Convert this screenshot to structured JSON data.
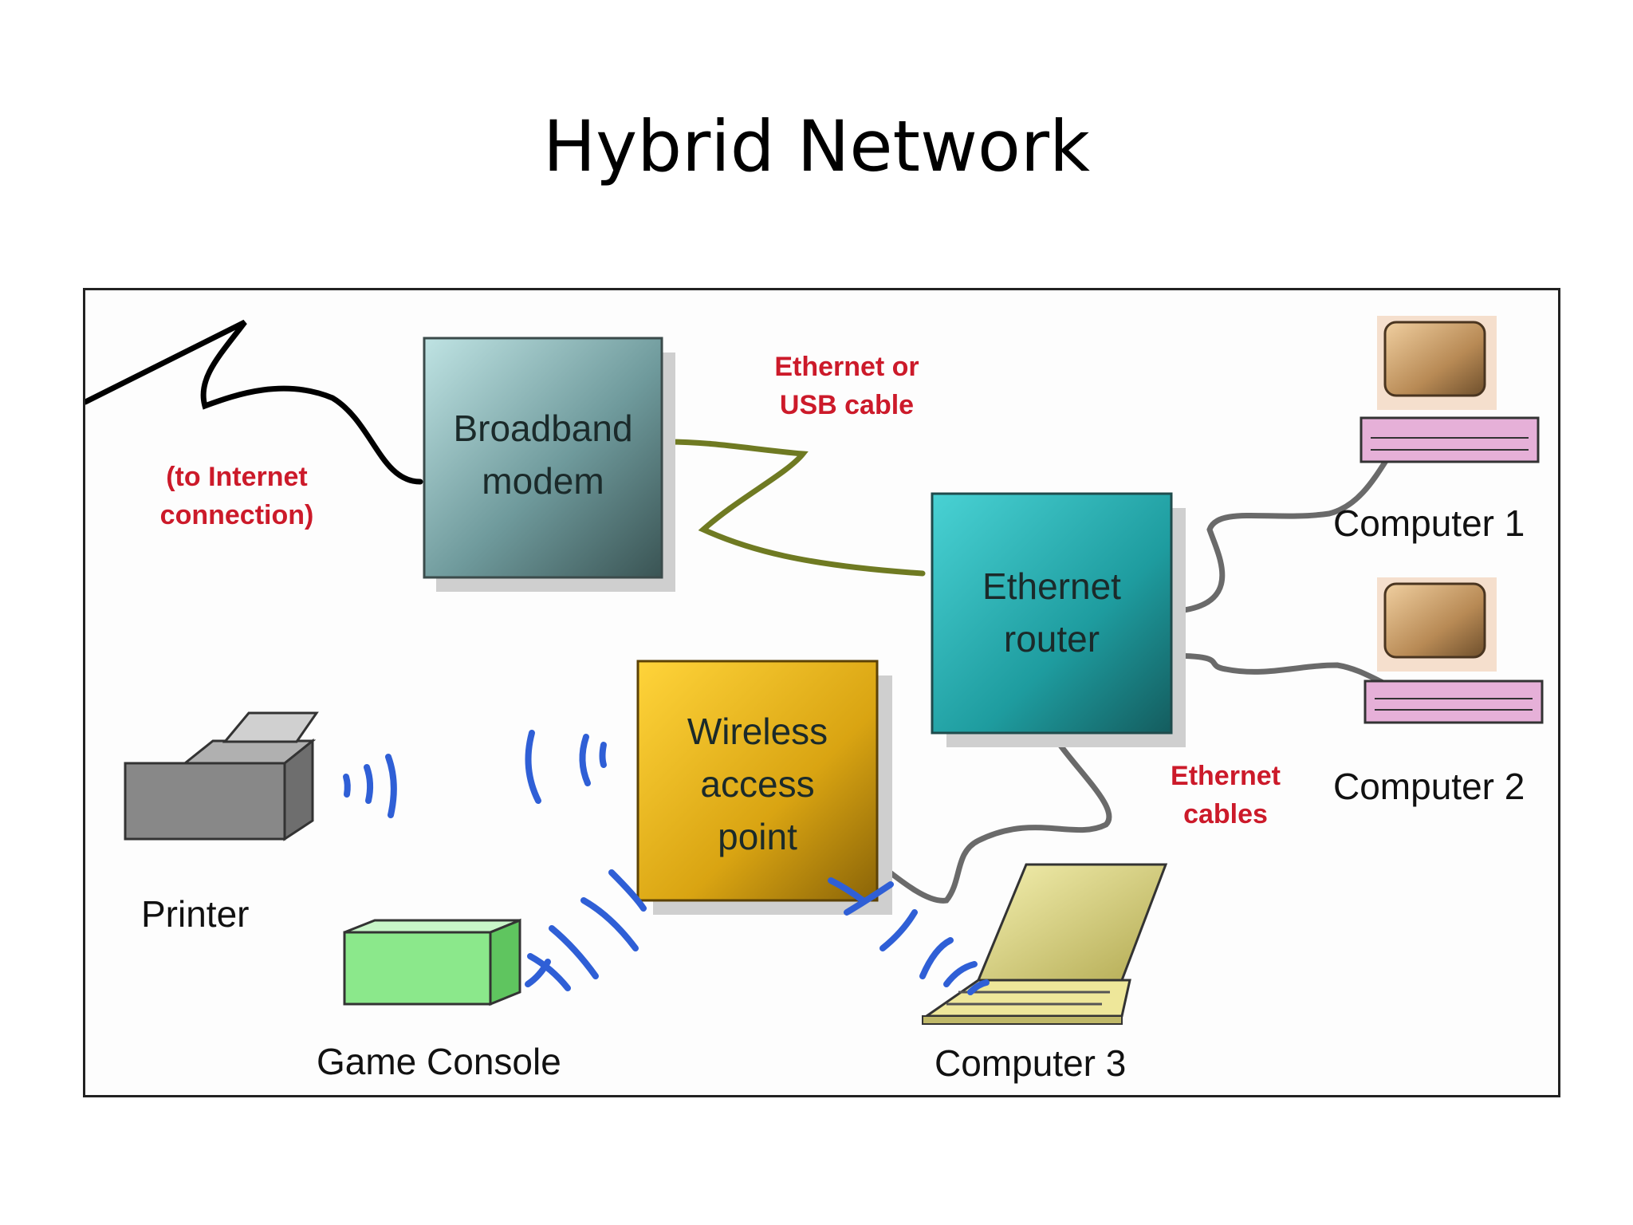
{
  "slide": {
    "title": "Hybrid Network"
  },
  "nodes": {
    "modem": {
      "line1": "Broadband",
      "line2": "modem"
    },
    "router": {
      "line1": "Ethernet",
      "line2": "router"
    },
    "wap": {
      "line1": "Wireless",
      "line2": "access",
      "line3": "point"
    },
    "printer": {
      "label": "Printer"
    },
    "console": {
      "label": "Game Console"
    },
    "computer1": {
      "label": "Computer 1"
    },
    "computer2": {
      "label": "Computer 2"
    },
    "computer3": {
      "label": "Computer 3"
    }
  },
  "annotations": {
    "internet": {
      "line1": "(to Internet",
      "line2": "connection)"
    },
    "modem_link": {
      "line1": "Ethernet or",
      "line2": "USB cable"
    },
    "ethernet_cables": {
      "line1": "Ethernet",
      "line2": "cables"
    }
  },
  "colors": {
    "modem_box": "#6f9a9c",
    "router_box": "#1e9c9f",
    "wap_box": "#d9a412",
    "wifi_waves": "#2f5fd6",
    "modem_cable": "#6f7a22",
    "ethernet_cable": "#6a6a6a",
    "annotation_red": "#cc1a2a"
  }
}
